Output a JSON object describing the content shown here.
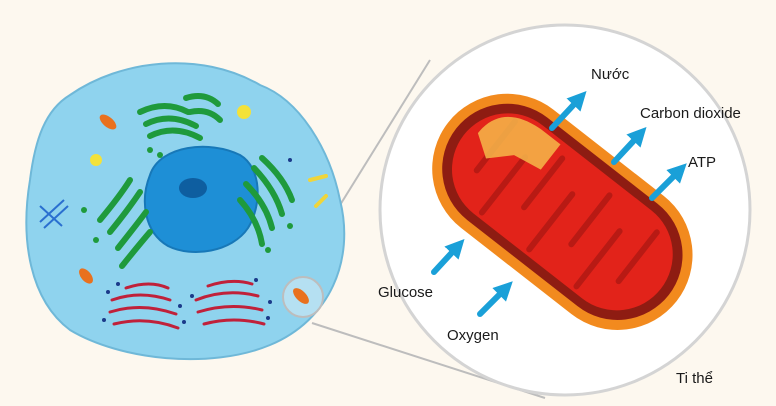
{
  "labels": {
    "water": "Nước",
    "carbon_dioxide": "Carbon dioxide",
    "atp": "ATP",
    "glucose": "Glucose",
    "oxygen": "Oxygen",
    "mitochondrion": "Ti thể"
  },
  "colors": {
    "background": "#fdf8ef",
    "cytoplasm": "#8fd3ee",
    "nucleus": "#1e8fd6",
    "golgi": "#1f9a3c",
    "er": "#c0213a",
    "mito_outer": "#f28a1e",
    "mito_inner": "#e2231a",
    "arrow": "#1aa0d8"
  },
  "arrows": [
    {
      "name": "water-arrow",
      "direction": "outward"
    },
    {
      "name": "carbon-dioxide-arrow",
      "direction": "outward"
    },
    {
      "name": "atp-arrow",
      "direction": "outward"
    },
    {
      "name": "glucose-arrow",
      "direction": "inward"
    },
    {
      "name": "oxygen-arrow",
      "direction": "inward"
    }
  ]
}
